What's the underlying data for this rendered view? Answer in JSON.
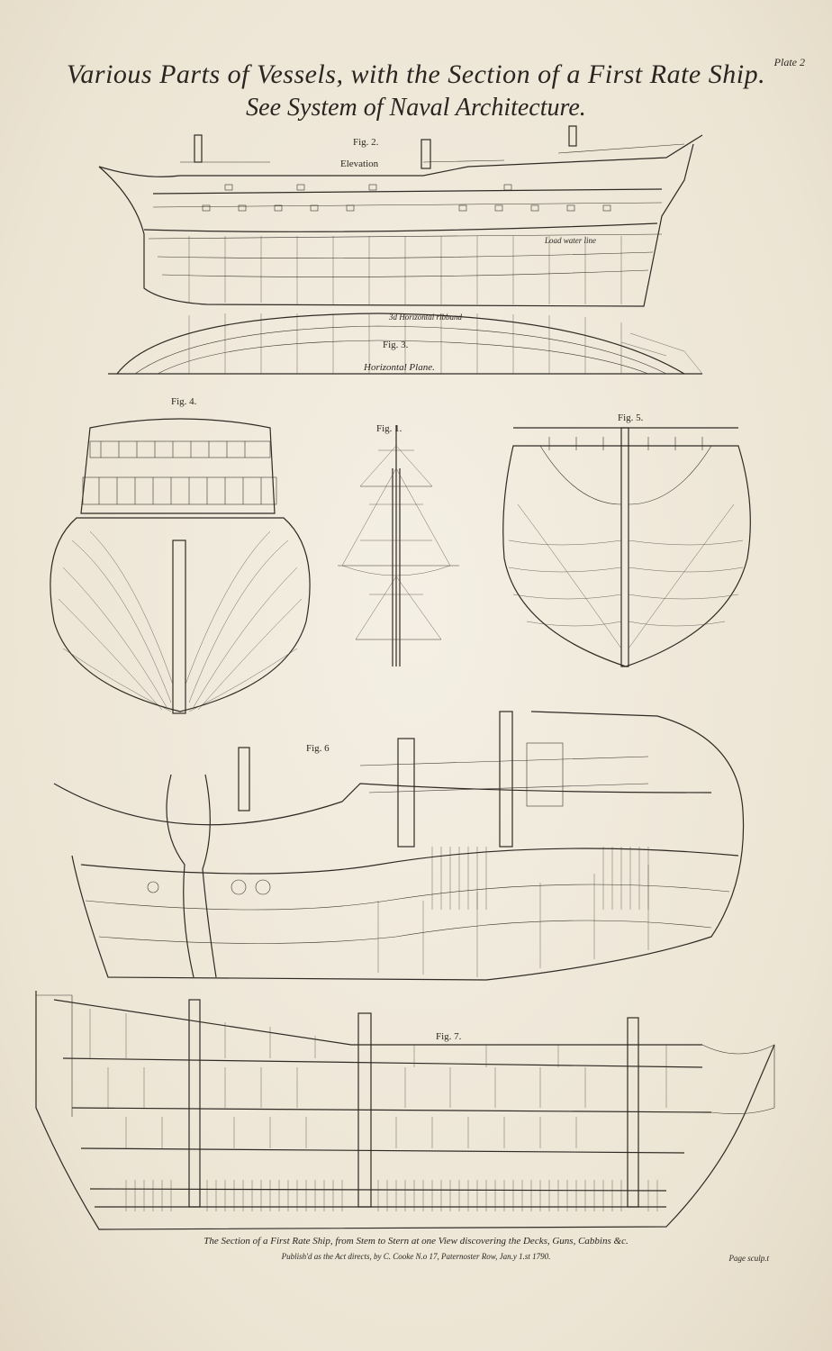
{
  "header": {
    "title_line1": "Various Parts of Vessels, with the Section of a First Rate Ship.",
    "title_line2": "See System of Naval Architecture.",
    "plate": "Plate 2"
  },
  "figures": {
    "fig2": {
      "label": "Fig. 2.",
      "sublabel": "Elevation",
      "water_line": "Load water line"
    },
    "fig3": {
      "label": "Fig. 3.",
      "sublabel": "Horizontal Plane.",
      "ribband": "3d Horizontal ribband"
    },
    "fig4": {
      "label": "Fig. 4."
    },
    "fig1": {
      "label": "Fig. 1."
    },
    "fig5": {
      "label": "Fig. 5."
    },
    "fig6": {
      "label": "Fig. 6"
    },
    "fig7": {
      "label": "Fig. 7."
    }
  },
  "footer": {
    "caption": "The Section of a First Rate Ship, from Stem to Stern at one View discovering the Decks, Guns, Cabbins &c.",
    "published": "Publish'd as the Act directs, by C. Cooke N.o 17, Paternoster Row, Jan.y 1.st 1790.",
    "engraver": "Page sculp.t"
  }
}
